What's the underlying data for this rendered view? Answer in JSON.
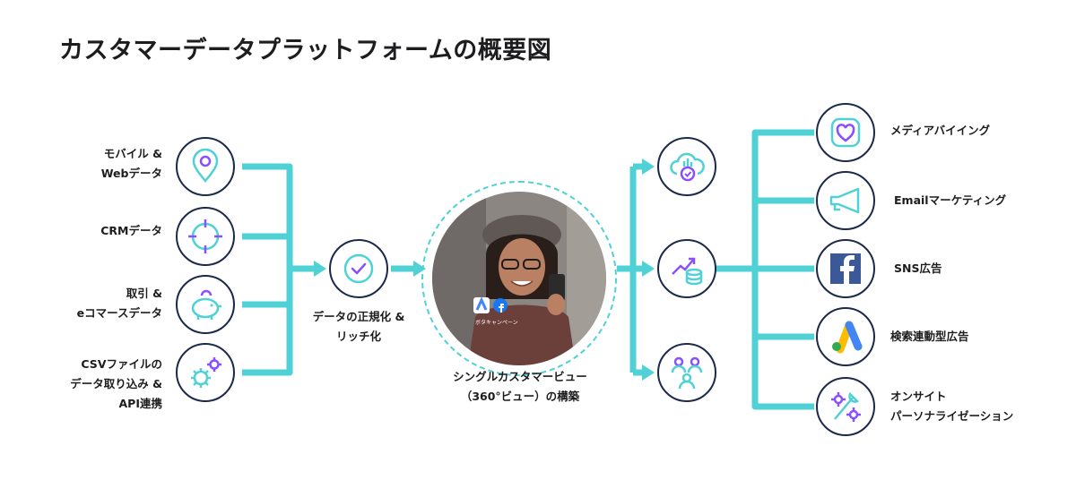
{
  "title": "カスタマーデータプラットフォームの概要図",
  "colors": {
    "line": "#4fd1d5",
    "ring": "#1b2a4a",
    "icon": "#4fd1d5",
    "accent": "#8a4fff"
  },
  "sources": [
    {
      "icon": "location-pin-icon",
      "lines": [
        "モバイル &",
        "Webデータ"
      ]
    },
    {
      "icon": "crosshair-icon",
      "lines": [
        "CRMデータ"
      ]
    },
    {
      "icon": "piggy-bank-icon",
      "lines": [
        "取引 &",
        "eコマースデータ"
      ]
    },
    {
      "icon": "gears-icon",
      "lines": [
        "CSVファイルの",
        "データ取り込み &",
        "API連携"
      ]
    }
  ],
  "normalize": {
    "icon": "check-icon",
    "lines": [
      "データの正規化 &",
      "リッチ化"
    ]
  },
  "center": {
    "lines": [
      "シングルカスタマービュー",
      "（360°ビュー）の構築"
    ],
    "overlay_caption": "ボタキャンペーン"
  },
  "hubs": [
    {
      "icon": "cloud-data-icon"
    },
    {
      "icon": "growth-database-icon"
    },
    {
      "icon": "people-group-icon"
    }
  ],
  "destinations": [
    {
      "icon": "heart-icon",
      "lines": [
        "メディアバイイング"
      ]
    },
    {
      "icon": "megaphone-icon",
      "lines": [
        "Emailマーケティング"
      ]
    },
    {
      "icon": "facebook-icon",
      "lines": [
        "SNS広告"
      ]
    },
    {
      "icon": "google-ads-icon",
      "lines": [
        "検索連動型広告"
      ]
    },
    {
      "icon": "wrench-gear-icon",
      "lines": [
        "オンサイト",
        "パーソナライゼーション"
      ]
    }
  ]
}
